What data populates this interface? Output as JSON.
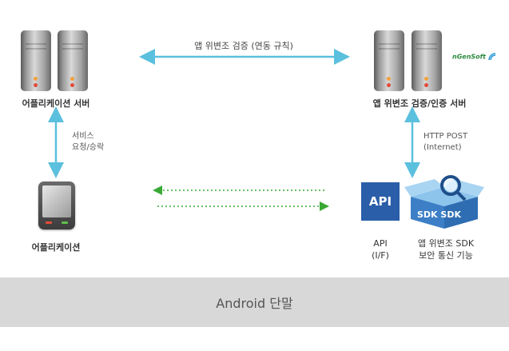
{
  "nodes": {
    "app_server": "어플리케이션 서버",
    "verify_server": "앱 위변조 검증/인증 서버",
    "application": "어플리케이션",
    "api_line1": "API",
    "api_line2": "(I/F)",
    "sdk_line1": "앱 위변조 SDK",
    "sdk_line2": "보안 통신 기능"
  },
  "edges": {
    "top_arrow": "앱 위변조 검증 (연동 규칙)",
    "left_arrow_line1": "서비스",
    "left_arrow_line2": "요청/승락",
    "right_arrow_line1": "HTTP POST",
    "right_arrow_line2": "(Internet)"
  },
  "badges": {
    "api_box": "API",
    "sdk_box": "SDK SDK",
    "brand_logo": "nGenSoft"
  },
  "footer": "Android 단말",
  "colors": {
    "arrow_blue": "#5bc0de",
    "dotted_green": "#3aa835",
    "api_box": "#2a5ea8",
    "sdk_box": "#3c7fc6",
    "footer_band": "#d8d8d8"
  }
}
